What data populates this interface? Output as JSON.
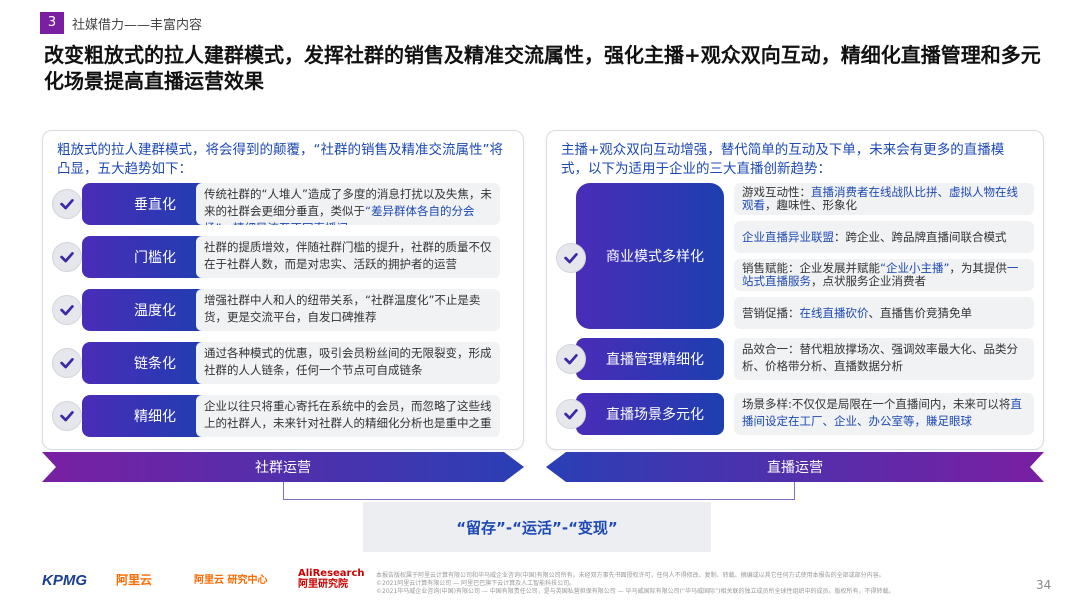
{
  "header": {
    "section_number": "3",
    "section_label": "社媒借力——丰富内容",
    "title": "改变粗放式的拉人建群模式，发挥社群的销售及精准交流属性，强化主播+观众双向互动，精细化直播管理和多元化场景提高直播运营效果"
  },
  "left_panel": {
    "intro": "粗放式的拉人建群模式，将会得到的颠覆，“社群的销售及精准交流属性”将凸显，五大趋势如下：",
    "items": [
      {
        "label": "垂直化",
        "text_a": "传统社群的“人堆人”造成了多度的消息打扰以及失焦，未来的社群会更细分垂直，类似于",
        "text_hl": "“差异群体各自的分会场”，精细导流至不同直播间",
        "text_b": ""
      },
      {
        "label": "门槛化",
        "text_a": "社群的提质增效，伴随社群门槛的提升，社群的质量不仅在于社群人数，而是对忠实、活跃的拥护者的运营",
        "text_hl": "",
        "text_b": ""
      },
      {
        "label": "温度化",
        "text_a": "增强社群中人和人的纽带关系，“社群温度化”不止是卖货，更是交流平台，自发口碑推荐",
        "text_hl": "",
        "text_b": ""
      },
      {
        "label": "链条化",
        "text_a": "通过各种模式的优惠，吸引会员粉丝间的无限裂变，形成社群的人人链条，任何一个节点可自成链条",
        "text_hl": "",
        "text_b": ""
      },
      {
        "label": "精细化",
        "text_a": "企业以往只将重心寄托在系统中的会员，而忽略了这些线上的社群人，未来针对社群人的精细化分析也是重中之重",
        "text_hl": "",
        "text_b": ""
      }
    ]
  },
  "right_panel": {
    "intro": "主播+观众双向互动增强，替代简单的互动及下单，未来会有更多的直播模式，以下为适用于企业的三大直播创新趋势：",
    "business": {
      "label": "商业模式多样化",
      "items": [
        {
          "text_a": "游戏互动性：",
          "text_hl": "直播消费者在线战队比拼、虚拟人物在线观看",
          "text_b": "，趣味性、形象化"
        },
        {
          "text_a": "",
          "text_hl": "企业直播异业联盟",
          "text_b": "：跨企业、跨品牌直播间联合模式"
        },
        {
          "text_a": "销售赋能：企业发展并赋能",
          "text_hl": "“企业小主播”",
          "text_b": "，为其提供",
          "text_hl2": "一站式直播服务",
          "text_c": "，点状服务企业消费者"
        },
        {
          "text_a": "营销促播：",
          "text_hl": "在线直播砍价",
          "text_b": "、直播售价竞猜免单"
        }
      ]
    },
    "management": {
      "label": "直播管理精细化",
      "text": "品效合一：替代粗放撑场次、强调效率最大化、品类分析、价格带分析、直播数据分析"
    },
    "scene": {
      "label": "直播场景多元化",
      "text_a": "场景多样:不仅仅是局限在一个直播间内，未来可以将",
      "text_hl": "直播间设定在工厂、企业、办公室等，賺足眼球",
      "text_b": ""
    }
  },
  "bottom": {
    "left_arrow": "社群运营",
    "right_arrow": "直播运营",
    "center": "“留存”-“运活”-“变现”"
  },
  "footer": {
    "logos": [
      "KPMG",
      "阿里云",
      "阿里云 研究中心",
      "AliResearch 阿里研究院"
    ],
    "page": "34",
    "lines": [
      "本报告版权属于阿里云计算有限公司和毕马威企业咨询(中国)有限公司所有。未经双方事先书面授权许可，任何人不得修改、复制、转载、摘编或以其它任何方式使用本报告的全部或部分内容。",
      "©2021阿里云计算有限公司 — 阿里巴巴旗下云计算及人工智能科技公司。",
      "©2021毕马威企业咨询(中国)有限公司 — 中国有限责任公司，是与英国私营担保有限公司 — 毕马威国际有限公司(“毕马威国际”)相关联的独立成员所全球性组织中的成员。版权所有，不得转载。"
    ]
  },
  "colors": {
    "accent_purple": "#7a1fa2",
    "accent_blue": "#1d49b5",
    "pill_gradient_start": "#4a2cb8",
    "pill_gradient_end": "#1d3fb0"
  }
}
